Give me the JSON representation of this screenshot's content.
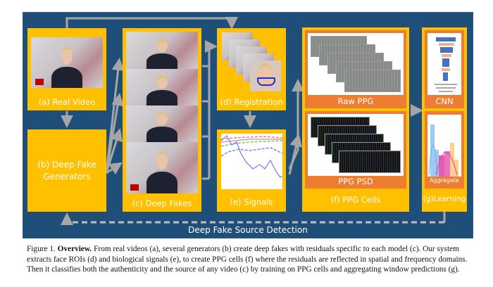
{
  "figure": {
    "boxes": {
      "real_video": "(a) Real Video",
      "generators": "(b) Deep Fake Generators",
      "deep_fakes": "(c) Deep Fakes",
      "registration": "(d) Registration",
      "signals": "(e) Signals",
      "ppg_cells": "(f) PPG Cells",
      "raw_ppg": "Raw PPG",
      "ppg_psd": "PPG PSD",
      "learning": "(g)Learning",
      "cnn": "CNN",
      "aggregate": "Aggregate"
    },
    "footer": "Deep Fake Source Detection",
    "colors": {
      "background": "#1f4e79",
      "box": "#ffc000",
      "subbox": "#ed7d31",
      "arrow": "#a6a6a6"
    }
  },
  "caption": {
    "figure_label": "Figure 1.",
    "title": "Overview.",
    "text": "From real videos (a), several generators (b) create deep fakes with residuals specific to each model (c). Our system extracts face ROIs (d) and biological signals (e), to create PPG cells (f) where the residuals are reflected in spatial and frequency domains. Then it classifies both the authenticity and the source of any video (c) by training on PPG cells and aggregating window predictions (g)."
  }
}
